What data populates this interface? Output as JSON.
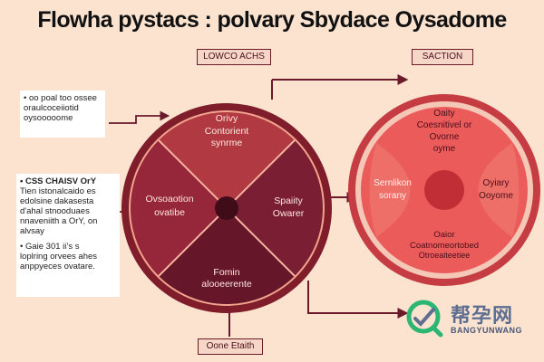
{
  "title": "Flowha pystacs : polvary Sbydace Oysadome",
  "tags": {
    "top_left": "LOWCO ACHS",
    "top_right": "SACTION",
    "bottom": "Oone Etaith"
  },
  "left_circle": {
    "top": [
      "Orivy",
      "Contorient",
      "synrme"
    ],
    "left": [
      "Ovsoaotion",
      "ovatibe"
    ],
    "right": [
      "Spaiity",
      "Owarer"
    ],
    "bottom": [
      "Fomin",
      "alooeerente"
    ]
  },
  "right_circle": {
    "top": [
      "Oaity",
      "Coesnitivel or",
      "Ovorne",
      "oyme"
    ],
    "left": [
      "Sernlikon",
      "sorany"
    ],
    "right": [
      "Oyiary",
      "Ooyome"
    ],
    "bottom": [
      "Oaior",
      "Coatnomeortobed",
      "Otroeaiteetiee"
    ]
  },
  "notes": {
    "top": [
      "• oo poal too ossee",
      "oraulcoceiiotid",
      "oysooooome"
    ],
    "middle_a": [
      "• CSS CHAISV OrY",
      "Tien istonalcaido es",
      "edolsine dakasesta",
      "d'ahal stnooduaes",
      "nnaveniith a OrY, on",
      "alvsay"
    ],
    "middle_b": [
      "• Gaie 301 ii’s s",
      "loplring orvees ahes",
      "anppyeces ovatare."
    ]
  },
  "watermark": {
    "cn": "帮孕网",
    "en": "BANGYUNWANG"
  },
  "colors": {
    "background": "#fbe3d0",
    "left_ring": "#7f1d2b",
    "left_top": "#b13a42",
    "left_side": "#96273a",
    "left_bottom": "#661629",
    "right_ring": "#c63c43",
    "right_fill": "#ea5b5a",
    "connector": "#6b1a2a"
  }
}
